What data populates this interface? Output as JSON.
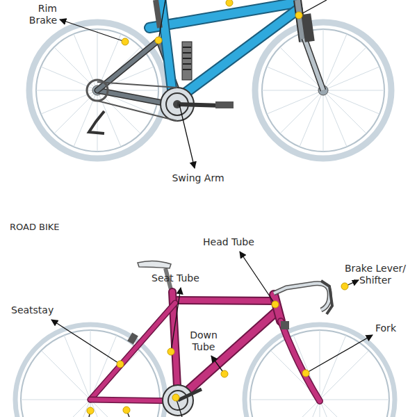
{
  "diagram": {
    "labels": [
      "Rim Brake",
      "Swing Arm",
      "ROAD BIKE",
      "Head Tube",
      "Brake Lever/ Shifter",
      "Seat Tube",
      "Seatstay",
      "Down Tube",
      "Fork"
    ]
  }
}
